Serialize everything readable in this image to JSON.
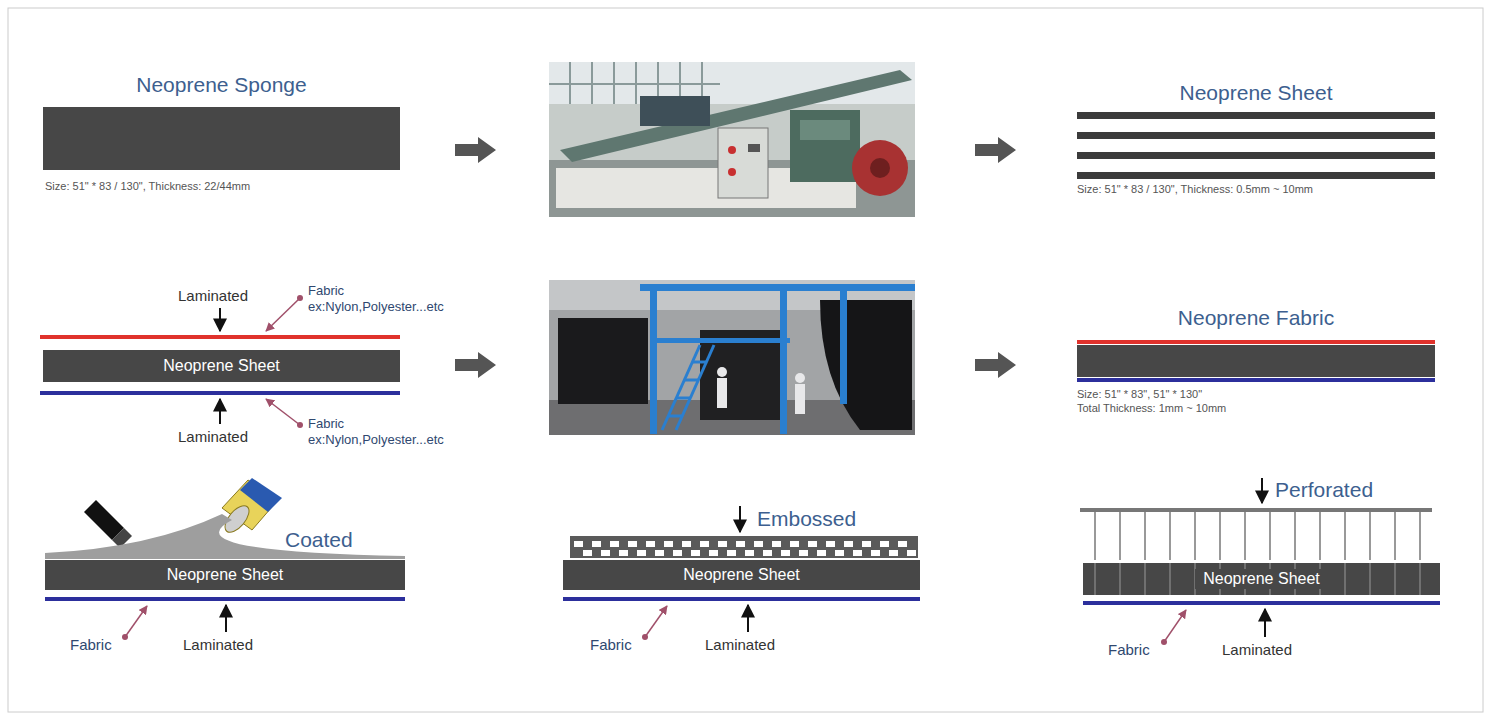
{
  "diagram": {
    "nodes": [
      {
        "text": [
          "Neoprene Sponge"
        ]
      },
      {
        "text": [
          "Neoprene Sheet"
        ]
      },
      {
        "text": [
          "Neoprene Sheet"
        ]
      },
      {
        "text": [
          "Neoprene Fabric"
        ]
      },
      {
        "text": [
          "Neoprene Sheet"
        ]
      },
      {
        "text": [
          "Neoprene Sheet"
        ]
      },
      {
        "text": [
          "Neoprene Sheet"
        ]
      }
    ],
    "labels": [
      "Size: 51\" * 83 / 130\", Thickness: 22/44mm",
      "Size: 51\" * 83 / 130\", Thickness: 0.5mm ~ 10mm",
      "Laminated",
      "Fabric ex:Nylon,Polyester...etc",
      "Laminated",
      "Fabric ex:Nylon,Polyester...etc",
      "Size: 51\" * 83\", 51\" * 130\"",
      "Total Thickness: 1mm ~ 10mm",
      "Coated",
      "Fabric",
      "Laminated",
      "Embossed",
      "Fabric",
      "Laminated",
      "Perforated",
      "Fabric",
      "Laminated"
    ]
  }
}
